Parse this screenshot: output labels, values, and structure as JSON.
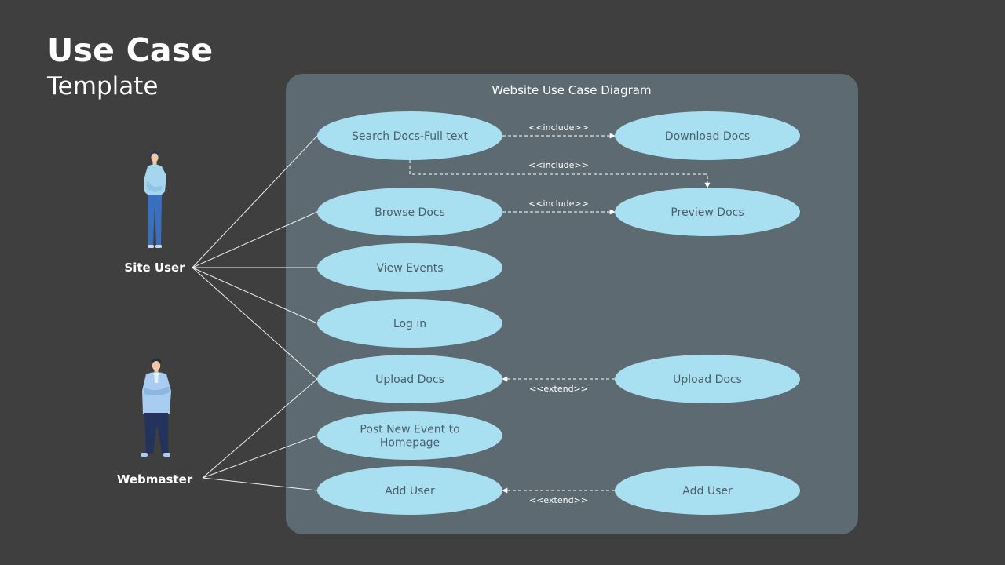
{
  "page": {
    "title": "Use Case",
    "subtitle": "Template"
  },
  "colors": {
    "background": "#3f3f3f",
    "system_box": "#5d6a72",
    "use_case_fill": "#a8e0f2",
    "use_case_text": "#4d5e69",
    "connector": "#ffffff",
    "person_shirt": "#a6d5ee",
    "person_pants": "#3a6fbf",
    "webmaster_jacket": "#a9cdf0",
    "webmaster_pants": "#23335c"
  },
  "diagram": {
    "system_title": "Website Use Case Diagram",
    "actors": [
      {
        "id": "site_user",
        "name": "Site User",
        "icon": "woman-standing-icon"
      },
      {
        "id": "webmaster",
        "name": "Webmaster",
        "icon": "man-arms-crossed-icon"
      }
    ],
    "use_cases": [
      {
        "id": "search",
        "lines": [
          "Search Docs-Full text"
        ]
      },
      {
        "id": "browse",
        "lines": [
          "Browse Docs"
        ]
      },
      {
        "id": "view_events",
        "lines": [
          "View Events"
        ]
      },
      {
        "id": "login",
        "lines": [
          "Log in"
        ]
      },
      {
        "id": "upload_left",
        "lines": [
          "Upload  Docs"
        ]
      },
      {
        "id": "post_event",
        "lines": [
          "Post New Event to",
          "Homepage"
        ]
      },
      {
        "id": "add_user_left",
        "lines": [
          "Add User"
        ]
      },
      {
        "id": "download",
        "lines": [
          "Download Docs"
        ]
      },
      {
        "id": "preview",
        "lines": [
          "Preview Docs"
        ]
      },
      {
        "id": "upload_right",
        "lines": [
          "Upload  Docs"
        ]
      },
      {
        "id": "add_user_right",
        "lines": [
          "Add User"
        ]
      }
    ],
    "associations": [
      {
        "actor": "site_user",
        "use_case": "search"
      },
      {
        "actor": "site_user",
        "use_case": "browse"
      },
      {
        "actor": "site_user",
        "use_case": "view_events"
      },
      {
        "actor": "site_user",
        "use_case": "login"
      },
      {
        "actor": "site_user",
        "use_case": "upload_left"
      },
      {
        "actor": "webmaster",
        "use_case": "upload_left"
      },
      {
        "actor": "webmaster",
        "use_case": "post_event"
      },
      {
        "actor": "webmaster",
        "use_case": "add_user_left"
      }
    ],
    "relations": [
      {
        "from": "search",
        "to": "download",
        "label": "<<include>>"
      },
      {
        "from": "search",
        "to": "preview",
        "label": "<<include>>"
      },
      {
        "from": "browse",
        "to": "preview",
        "label": "<<include>>"
      },
      {
        "from": "upload_right",
        "to": "upload_left",
        "label": "<<extend>>"
      },
      {
        "from": "add_user_right",
        "to": "add_user_left",
        "label": "<<extend>>"
      }
    ]
  }
}
